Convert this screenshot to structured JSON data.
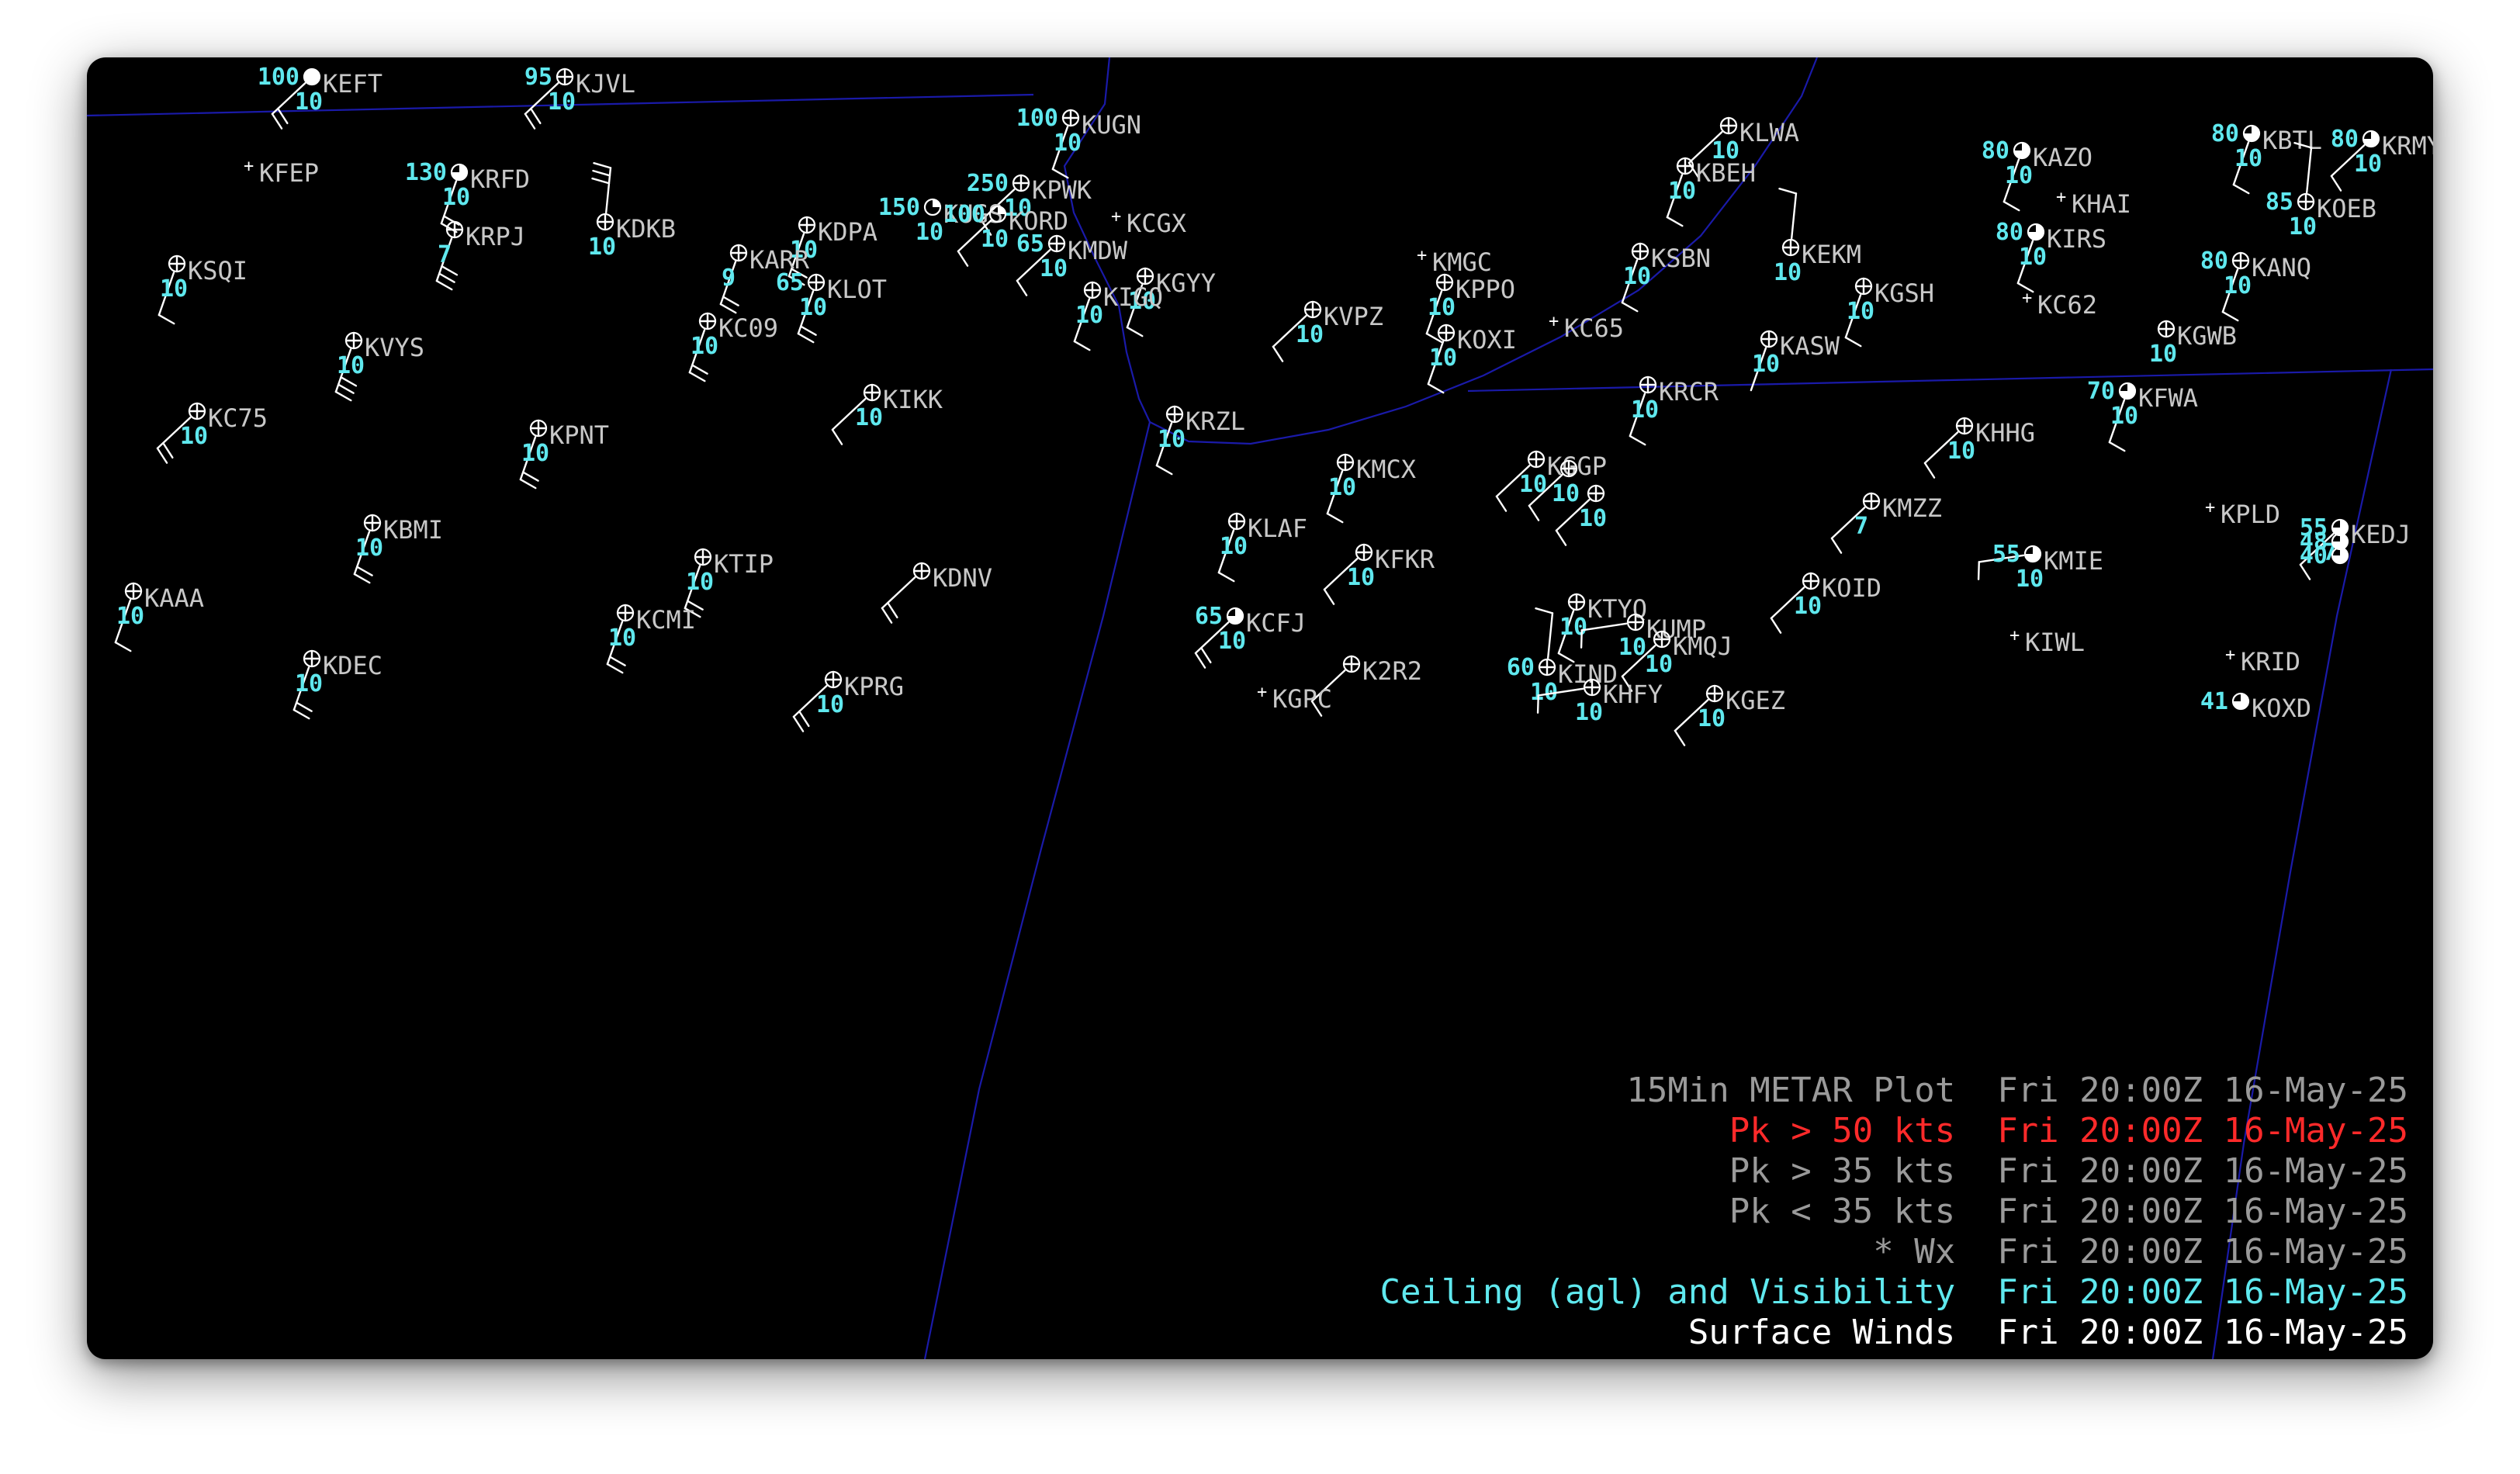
{
  "map": {
    "colors": {
      "background": "#000000",
      "border": "#1a1aa8",
      "station_id": "#c8c8c8",
      "values": "#5fe8ee",
      "barb": "#ffffff"
    },
    "stations": [
      {
        "id": "KEFT",
        "ceil": "100",
        "vis": "10",
        "sky": "ovc",
        "barb": "sw2"
      },
      {
        "id": "KJVL",
        "ceil": "95",
        "vis": "10",
        "sky": "clr",
        "barb": "sw2"
      },
      {
        "id": "KUGN",
        "ceil": "100",
        "vis": "10",
        "sky": "clr",
        "barb": "s1"
      },
      {
        "id": "KLWA",
        "ceil": "",
        "vis": "10",
        "sky": "clr",
        "barb": "sw1"
      },
      {
        "id": "KBTL",
        "ceil": "80",
        "vis": "10",
        "sky": "bkn",
        "barb": "s1"
      },
      {
        "id": "KRMY",
        "ceil": "80",
        "vis": "10",
        "sky": "bkn",
        "barb": "sw1"
      },
      {
        "id": "KAZO",
        "ceil": "80",
        "vis": "10",
        "sky": "bkn",
        "barb": "s1"
      },
      {
        "id": "KBEH",
        "ceil": "",
        "vis": "10",
        "sky": "clr",
        "barb": "s1"
      },
      {
        "id": "KFEP",
        "ceil": "",
        "vis": "",
        "sky": "none",
        "barb": ""
      },
      {
        "id": "KRFD",
        "ceil": "130",
        "vis": "10",
        "sky": "bkn",
        "barb": "s2"
      },
      {
        "id": "KPWK",
        "ceil": "250",
        "vis": "10",
        "sky": "clr",
        "barb": "sw1"
      },
      {
        "id": "KUGS",
        "ceil": "150",
        "vis": "10",
        "sky": "sct",
        "barb": ""
      },
      {
        "id": "KORD",
        "ceil": "100",
        "vis": "10",
        "sky": "sct",
        "barb": "sw1"
      },
      {
        "id": "KMDW",
        "ceil": "65",
        "vis": "10",
        "sky": "clr",
        "barb": "sw1"
      },
      {
        "id": "KCGX",
        "ceil": "",
        "vis": "",
        "sky": "none",
        "barb": ""
      },
      {
        "id": "KHAI",
        "ceil": "",
        "vis": "",
        "sky": "none",
        "barb": ""
      },
      {
        "id": "KOEB",
        "ceil": "85",
        "vis": "10",
        "sky": "clr",
        "barb": "n1"
      },
      {
        "id": "KIRS",
        "ceil": "80",
        "vis": "10",
        "sky": "bkn",
        "barb": "s1"
      },
      {
        "id": "KDKB",
        "ceil": "",
        "vis": "10",
        "sky": "clr",
        "barb": "n3"
      },
      {
        "id": "KRPJ",
        "ceil": "",
        "vis": "7",
        "sky": "clr",
        "barb": "s3"
      },
      {
        "id": "KDPA",
        "ceil": "",
        "vis": "10",
        "sky": "clr",
        "barb": "s2"
      },
      {
        "id": "KARR",
        "ceil": "",
        "vis": "9",
        "sky": "clr",
        "barb": "s2"
      },
      {
        "id": "KSQI",
        "ceil": "",
        "vis": "10",
        "sky": "clr",
        "barb": "s1"
      },
      {
        "id": "KLOT",
        "ceil": "65",
        "vis": "10",
        "sky": "clr",
        "barb": "s2"
      },
      {
        "id": "KGYY",
        "ceil": "",
        "vis": "10",
        "sky": "clr",
        "barb": "s1"
      },
      {
        "id": "KIGQ",
        "ceil": "",
        "vis": "10",
        "sky": "clr",
        "barb": "s1"
      },
      {
        "id": "KMGC",
        "ceil": "",
        "vis": "",
        "sky": "none",
        "barb": ""
      },
      {
        "id": "KSBN",
        "ceil": "",
        "vis": "10",
        "sky": "clr",
        "barb": "s1"
      },
      {
        "id": "KEKM",
        "ceil": "",
        "vis": "10",
        "sky": "clr",
        "barb": "n1"
      },
      {
        "id": "KANQ",
        "ceil": "80",
        "vis": "10",
        "sky": "clr",
        "barb": "s1"
      },
      {
        "id": "KPPO",
        "ceil": "",
        "vis": "10",
        "sky": "clr",
        "barb": "s1"
      },
      {
        "id": "KGSH",
        "ceil": "",
        "vis": "10",
        "sky": "clr",
        "barb": "s1"
      },
      {
        "id": "KC62",
        "ceil": "",
        "vis": "",
        "sky": "none",
        "barb": ""
      },
      {
        "id": "KC09",
        "ceil": "",
        "vis": "10",
        "sky": "clr",
        "barb": "s2"
      },
      {
        "id": "KVPZ",
        "ceil": "",
        "vis": "10",
        "sky": "clr",
        "barb": "sw1"
      },
      {
        "id": "KC65",
        "ceil": "",
        "vis": "",
        "sky": "none",
        "barb": ""
      },
      {
        "id": "KOXI",
        "ceil": "",
        "vis": "10",
        "sky": "clr",
        "barb": "s1"
      },
      {
        "id": "KASW",
        "ceil": "",
        "vis": "10",
        "sky": "clr",
        "barb": "s0"
      },
      {
        "id": "KGWB",
        "ceil": "",
        "vis": "10",
        "sky": "clr",
        "barb": ""
      },
      {
        "id": "KVYS",
        "ceil": "",
        "vis": "10",
        "sky": "clr",
        "barb": "s3"
      },
      {
        "id": "KRCR",
        "ceil": "",
        "vis": "10",
        "sky": "clr",
        "barb": "s1"
      },
      {
        "id": "KFWA",
        "ceil": "70",
        "vis": "10",
        "sky": "bkn",
        "barb": "s1"
      },
      {
        "id": "KIKK",
        "ceil": "",
        "vis": "10",
        "sky": "clr",
        "barb": "sw1"
      },
      {
        "id": "KRZL",
        "ceil": "",
        "vis": "10",
        "sky": "clr",
        "barb": "s1"
      },
      {
        "id": "KC75",
        "ceil": "",
        "vis": "10",
        "sky": "clr",
        "barb": "sw2"
      },
      {
        "id": "KHHG",
        "ceil": "",
        "vis": "10",
        "sky": "clr",
        "barb": "sw1"
      },
      {
        "id": "KPNT",
        "ceil": "",
        "vis": "10",
        "sky": "clr",
        "barb": "s2"
      },
      {
        "id": "KMCX",
        "ceil": "",
        "vis": "10",
        "sky": "clr",
        "barb": "s1"
      },
      {
        "id": "KGGP",
        "ceil": "",
        "vis": "10",
        "sky": "clr",
        "barb": "sw1"
      },
      {
        "id": "",
        "ceil": "",
        "vis": "10",
        "sky": "clr",
        "barb": "sw1"
      },
      {
        "id": "",
        "ceil": "",
        "vis": "10",
        "sky": "clr",
        "barb": "sw1"
      },
      {
        "id": "KMZZ",
        "ceil": "",
        "vis": "7",
        "sky": "clr",
        "barb": "sw1"
      },
      {
        "id": "KPLD",
        "ceil": "",
        "vis": "",
        "sky": "none",
        "barb": ""
      },
      {
        "id": "KBMI",
        "ceil": "",
        "vis": "10",
        "sky": "clr",
        "barb": "s2"
      },
      {
        "id": "KLAF",
        "ceil": "",
        "vis": "10",
        "sky": "clr",
        "barb": "s1"
      },
      {
        "id": "KTIP",
        "ceil": "",
        "vis": "10",
        "sky": "clr",
        "barb": "s2"
      },
      {
        "id": "KFKR",
        "ceil": "",
        "vis": "10",
        "sky": "clr",
        "barb": "sw1"
      },
      {
        "id": "KMIE",
        "ceil": "55",
        "vis": "10",
        "sky": "bkn",
        "barb": "w1"
      },
      {
        "id": "KDNV",
        "ceil": "",
        "vis": "",
        "sky": "clr",
        "barb": "sw2"
      },
      {
        "id": "KAAA",
        "ceil": "",
        "vis": "10",
        "sky": "clr",
        "barb": "s1"
      },
      {
        "id": "KTYQ",
        "ceil": "",
        "vis": "10",
        "sky": "clr",
        "barb": "s1"
      },
      {
        "id": "KCMI",
        "ceil": "",
        "vis": "10",
        "sky": "clr",
        "barb": "s2"
      },
      {
        "id": "KCFJ",
        "ceil": "65",
        "vis": "10",
        "sky": "bkn",
        "barb": "sw2"
      },
      {
        "id": "KUMP",
        "ceil": "",
        "vis": "10",
        "sky": "clr",
        "barb": "w1"
      },
      {
        "id": "KMQJ",
        "ceil": "",
        "vis": "10",
        "sky": "clr",
        "barb": "sw1"
      },
      {
        "id": "KIWL",
        "ceil": "",
        "vis": "",
        "sky": "none",
        "barb": ""
      },
      {
        "id": "KRID",
        "ceil": "",
        "vis": "",
        "sky": "none",
        "barb": ""
      },
      {
        "id": "KDEC",
        "ceil": "",
        "vis": "10",
        "sky": "clr",
        "barb": "s2"
      },
      {
        "id": "K2R2",
        "ceil": "",
        "vis": "",
        "sky": "clr",
        "barb": "sw1"
      },
      {
        "id": "KIND",
        "ceil": "60",
        "vis": "10",
        "sky": "clr",
        "barb": "n1"
      },
      {
        "id": "KPRG",
        "ceil": "",
        "vis": "10",
        "sky": "clr",
        "barb": "sw2"
      },
      {
        "id": "KGPC",
        "ceil": "",
        "vis": "",
        "sky": "none",
        "barb": ""
      },
      {
        "id": "KHFY",
        "ceil": "",
        "vis": "10",
        "sky": "clr",
        "barb": "w1"
      },
      {
        "id": "KGEZ",
        "ceil": "",
        "vis": "10",
        "sky": "clr",
        "barb": "sw1"
      },
      {
        "id": "KOXD",
        "ceil": "41",
        "vis": "",
        "sky": "bkn",
        "barb": ""
      },
      {
        "id": "KEDJ",
        "ceil": "55",
        "vis": "7",
        "sky": "bkn",
        "barb": "sw1"
      },
      {
        "id": "",
        "ceil": "48",
        "vis": "",
        "sky": "bkn",
        "barb": ""
      },
      {
        "id": "",
        "ceil": "40",
        "vis": "",
        "sky": "bkn",
        "barb": ""
      },
      {
        "id": "KOID",
        "ceil": "",
        "vis": "10",
        "sky": "clr",
        "barb": "sw1"
      }
    ]
  },
  "legend": [
    {
      "label": "15Min METAR Plot",
      "time": "Fri 20:00Z 16-May-25",
      "label_color": "#9a9a9a",
      "time_color": "#9a9a9a"
    },
    {
      "label": "Pk > 50 kts",
      "time": "Fri 20:00Z 16-May-25",
      "label_color": "#ff2a2a",
      "time_color": "#ff2a2a"
    },
    {
      "label": "Pk > 35 kts",
      "time": "Fri 20:00Z 16-May-25",
      "label_color": "#9a9a9a",
      "time_color": "#9a9a9a"
    },
    {
      "label": "Pk < 35 kts",
      "time": "Fri 20:00Z 16-May-25",
      "label_color": "#9a9a9a",
      "time_color": "#9a9a9a"
    },
    {
      "label": "* Wx",
      "time": "Fri 20:00Z 16-May-25",
      "label_color": "#9a9a9a",
      "time_color": "#9a9a9a"
    },
    {
      "label": "Ceiling (agl) and Visibility",
      "time": "Fri 20:00Z 16-May-25",
      "label_color": "#5fe8ee",
      "time_color": "#5fe8ee"
    },
    {
      "label": "Surface Winds",
      "time": "Fri 20:00Z 16-May-25",
      "label_color": "#ffffff",
      "time_color": "#ffffff"
    }
  ]
}
